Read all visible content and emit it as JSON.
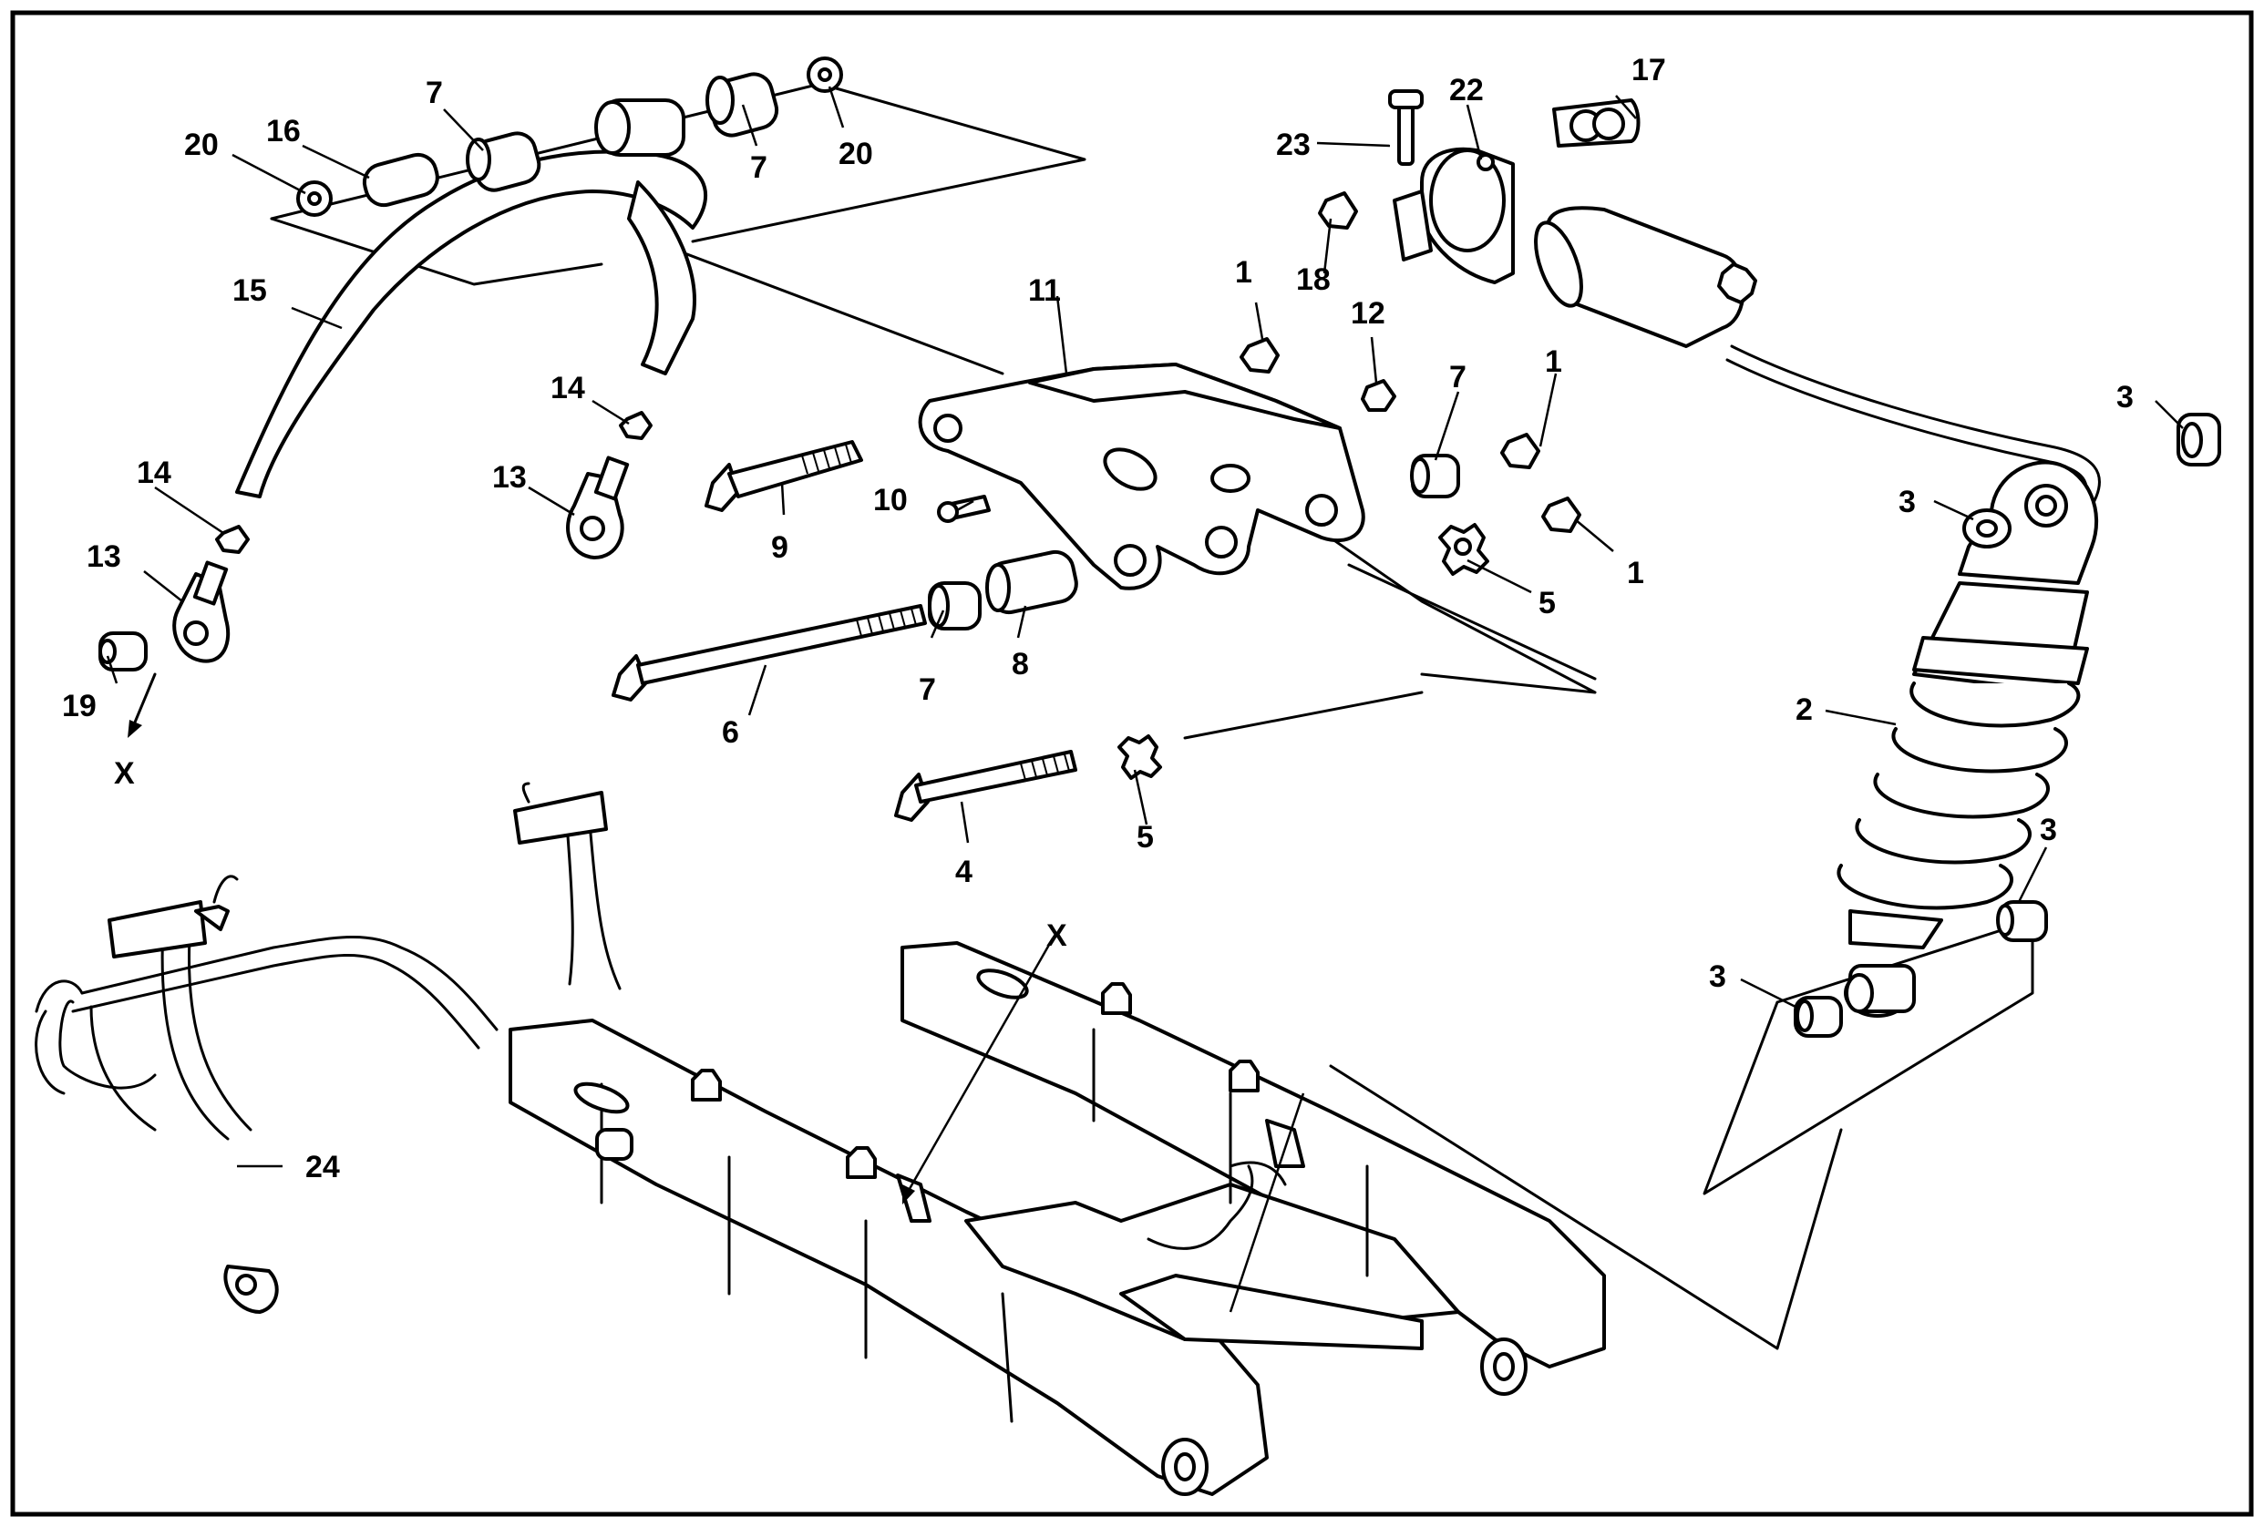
{
  "diagram": {
    "callouts": [
      {
        "id": "c1a",
        "text": "1"
      },
      {
        "id": "c1b",
        "text": "1"
      },
      {
        "id": "c1c",
        "text": "1"
      },
      {
        "id": "c2",
        "text": "2"
      },
      {
        "id": "c3a",
        "text": "3"
      },
      {
        "id": "c3b",
        "text": "3"
      },
      {
        "id": "c3c",
        "text": "3"
      },
      {
        "id": "c3d",
        "text": "3"
      },
      {
        "id": "c4",
        "text": "4"
      },
      {
        "id": "c5a",
        "text": "5"
      },
      {
        "id": "c5b",
        "text": "5"
      },
      {
        "id": "c6",
        "text": "6"
      },
      {
        "id": "c7a",
        "text": "7"
      },
      {
        "id": "c7b",
        "text": "7"
      },
      {
        "id": "c7c",
        "text": "7"
      },
      {
        "id": "c7d",
        "text": "7"
      },
      {
        "id": "c8",
        "text": "8"
      },
      {
        "id": "c9",
        "text": "9"
      },
      {
        "id": "c10",
        "text": "10"
      },
      {
        "id": "c11",
        "text": "11"
      },
      {
        "id": "c12",
        "text": "12"
      },
      {
        "id": "c13a",
        "text": "13"
      },
      {
        "id": "c13b",
        "text": "13"
      },
      {
        "id": "c14a",
        "text": "14"
      },
      {
        "id": "c14b",
        "text": "14"
      },
      {
        "id": "c15",
        "text": "15"
      },
      {
        "id": "c16",
        "text": "16"
      },
      {
        "id": "c17",
        "text": "17"
      },
      {
        "id": "c18",
        "text": "18"
      },
      {
        "id": "c19",
        "text": "19"
      },
      {
        "id": "c20a",
        "text": "20"
      },
      {
        "id": "c20b",
        "text": "20"
      },
      {
        "id": "c22",
        "text": "22"
      },
      {
        "id": "c23",
        "text": "23"
      },
      {
        "id": "c24",
        "text": "24"
      },
      {
        "id": "cXa",
        "text": "X"
      },
      {
        "id": "cXb",
        "text": "X"
      }
    ]
  }
}
